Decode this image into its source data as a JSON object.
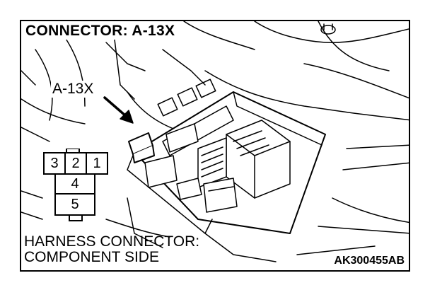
{
  "title": "CONNECTOR: A-13X",
  "callout_label": "A-13X",
  "caption": {
    "line1": "HARNESS CONNECTOR:",
    "line2": "COMPONENT SIDE"
  },
  "figure_code": "AK300455AB",
  "connector_pins": {
    "top_row": [
      "3",
      "2",
      "1"
    ],
    "middle": "4",
    "bottom": "5"
  },
  "colors": {
    "ink": "#000000",
    "background": "#ffffff"
  }
}
